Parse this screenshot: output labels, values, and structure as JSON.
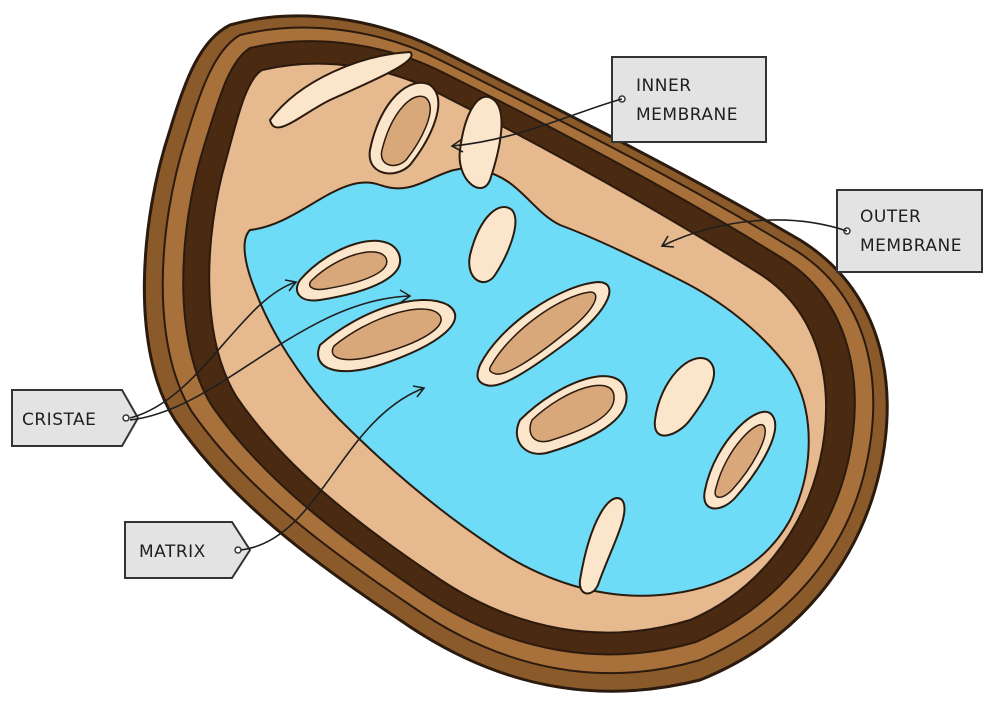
{
  "colors": {
    "outer_shell": "#8a5a2b",
    "shell_rim": "#a8703a",
    "dark_interior": "#4a2a10",
    "intermembrane_tan": "#e6b98e",
    "crista_fill": "#d8a77a",
    "inner_membrane_cream": "#fbe6cc",
    "matrix_blue": "#6fdcf7",
    "outline": "#2b1a0e",
    "label_bg": "#e3e3e3",
    "label_border": "#333333"
  },
  "labels": {
    "inner_membrane": [
      "INNER",
      "MEMBRANE"
    ],
    "outer_membrane": [
      "OUTER",
      "MEMBRANE"
    ],
    "cristae": "CRISTAE",
    "matrix": "MATRIX"
  }
}
